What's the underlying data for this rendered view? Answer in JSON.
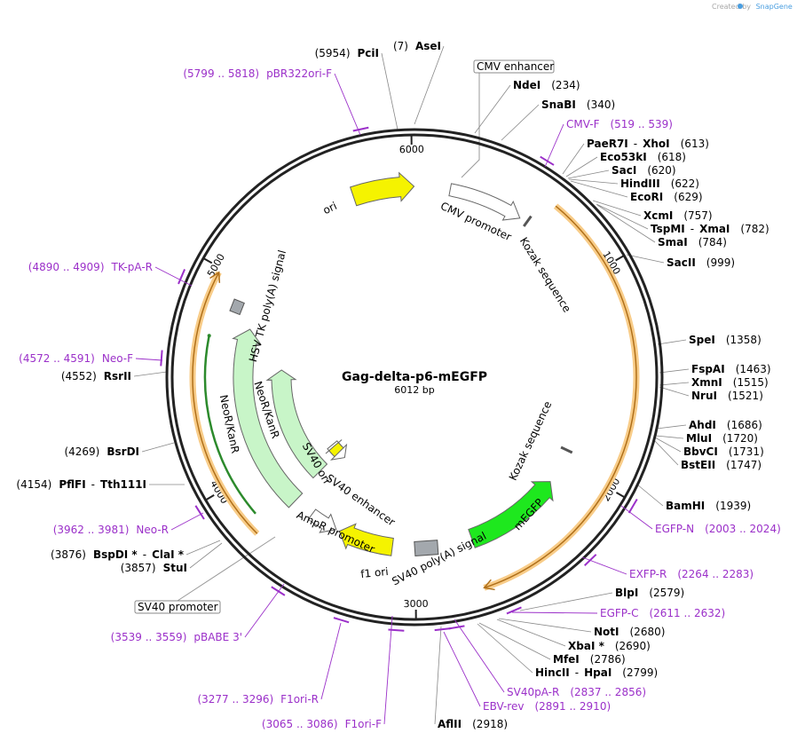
{
  "credit": {
    "created_by": "Created by",
    "app": "SnapGene"
  },
  "plasmid": {
    "name": "Gag-delta-p6-mEGFP",
    "size_label": "6012 bp",
    "length": 6012
  },
  "ticks": [
    "1000",
    "2000",
    "3000",
    "4000",
    "5000",
    "6000"
  ],
  "features": [
    {
      "label": "CMV enhancer",
      "boxed": true
    },
    {
      "label": "CMV promoter"
    },
    {
      "label": "Kozak sequence"
    },
    {
      "label": "Kozak sequence"
    },
    {
      "label": "mEGFP"
    },
    {
      "label": "SV40 poly(A) signal"
    },
    {
      "label": "f1 ori"
    },
    {
      "label": "AmpR promoter"
    },
    {
      "label": "SV40 promoter",
      "boxed": true
    },
    {
      "label": "SV40 enhancer"
    },
    {
      "label": "SV40 ori"
    },
    {
      "label": "NeoR/KanR"
    },
    {
      "label": "NeoR/KanR"
    },
    {
      "label": "HSV TK poly(A) signal"
    },
    {
      "label": "ori"
    }
  ],
  "sites": [
    {
      "name": "AseI",
      "pos": "(7)"
    },
    {
      "name": "PciI",
      "pos": "(5954)"
    },
    {
      "name": "NdeI",
      "pos": "(234)"
    },
    {
      "name": "SnaBI",
      "pos": "(340)"
    },
    {
      "name": "PaeR7I",
      "name2": "XhoI",
      "pos": "(613)"
    },
    {
      "name": "Eco53kI",
      "pos": "(618)"
    },
    {
      "name": "SacI",
      "pos": "(620)"
    },
    {
      "name": "HindIII",
      "pos": "(622)"
    },
    {
      "name": "EcoRI",
      "pos": "(629)"
    },
    {
      "name": "XcmI",
      "pos": "(757)"
    },
    {
      "name": "TspMI",
      "name2": "XmaI",
      "pos": "(782)"
    },
    {
      "name": "SmaI",
      "pos": "(784)"
    },
    {
      "name": "SacII",
      "pos": "(999)"
    },
    {
      "name": "SpeI",
      "pos": "(1358)"
    },
    {
      "name": "FspAI",
      "pos": "(1463)"
    },
    {
      "name": "XmnI",
      "pos": "(1515)"
    },
    {
      "name": "NruI",
      "pos": "(1521)"
    },
    {
      "name": "AhdI",
      "pos": "(1686)"
    },
    {
      "name": "MluI",
      "pos": "(1720)"
    },
    {
      "name": "BbvCI",
      "pos": "(1731)"
    },
    {
      "name": "BstEII",
      "pos": "(1747)"
    },
    {
      "name": "BamHI",
      "pos": "(1939)"
    },
    {
      "name": "BlpI",
      "pos": "(2579)"
    },
    {
      "name": "NotI",
      "pos": "(2680)"
    },
    {
      "name": "XbaI *",
      "pos": "(2690)"
    },
    {
      "name": "MfeI",
      "pos": "(2786)"
    },
    {
      "name": "HincII",
      "name2": "HpaI",
      "pos": "(2799)"
    },
    {
      "name": "AflII",
      "pos": "(2918)"
    },
    {
      "name": "StuI",
      "pos": "(3857)"
    },
    {
      "name": "BspDI *",
      "name2": "ClaI *",
      "pos": "(3876)"
    },
    {
      "name": "PflFI",
      "name2": "Tth111I",
      "pos": "(4154)"
    },
    {
      "name": "BsrDI",
      "pos": "(4269)"
    },
    {
      "name": "RsrII",
      "pos": "(4552)"
    }
  ],
  "primers": [
    {
      "name": "CMV-F",
      "range": "(519 .. 539)"
    },
    {
      "name": "EGFP-N",
      "range": "(2003 .. 2024)"
    },
    {
      "name": "EXFP-R",
      "range": "(2264 .. 2283)"
    },
    {
      "name": "EGFP-C",
      "range": "(2611 .. 2632)"
    },
    {
      "name": "SV40pA-R",
      "range": "(2837 .. 2856)"
    },
    {
      "name": "EBV-rev",
      "range": "(2891 .. 2910)"
    },
    {
      "name": "F1ori-F",
      "range": "(3065 .. 3086)"
    },
    {
      "name": "F1ori-R",
      "range": "(3277 .. 3296)"
    },
    {
      "name": "pBABE 3'",
      "range": "(3539 .. 3559)"
    },
    {
      "name": "Neo-R",
      "range": "(3962 .. 3981)"
    },
    {
      "name": "Neo-F",
      "range": "(4572 .. 4591)"
    },
    {
      "name": "TK-pA-R",
      "range": "(4890 .. 4909)"
    },
    {
      "name": "pBR322ori-F",
      "range": "(5799 .. 5818)"
    }
  ],
  "colors": {
    "backbone": "#222222",
    "primer": "#9b30c9",
    "mEGFP": "#1ee81e",
    "ori": "#f5f300",
    "neo": "#c8f5c8",
    "orf_halo": "#f8cc88",
    "orf_line": "#b0701a",
    "promoter": "#ffffff",
    "polyA": "#a3a8ad"
  }
}
